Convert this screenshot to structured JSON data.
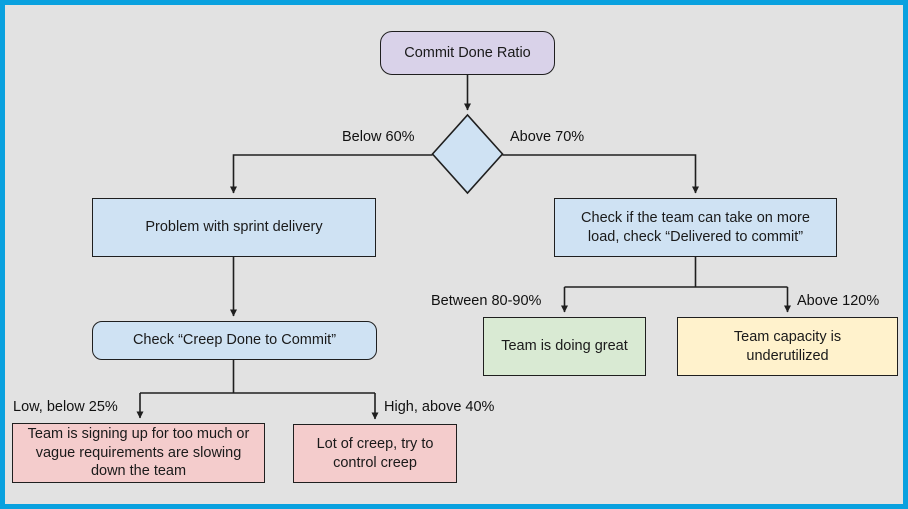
{
  "canvas": {
    "background_color": "#e2e2e2",
    "frame_color": "#09a1df",
    "line_color": "#1f1f1f"
  },
  "nodes": {
    "start": {
      "label": "Commit Done Ratio",
      "fill": "#d9d2e9",
      "shape": "rounded-rectangle"
    },
    "decision": {
      "label": "",
      "fill": "#cfe2f3",
      "shape": "diamond"
    },
    "problem": {
      "label": "Problem with sprint delivery",
      "fill": "#cfe2f3",
      "shape": "rectangle"
    },
    "more_load": {
      "label": "Check if the team can take on more load, check “Delivered to commit”",
      "fill": "#cfe2f3",
      "shape": "rectangle"
    },
    "check_creep": {
      "label": "Check “Creep Done to Commit”",
      "fill": "#cfe2f3",
      "shape": "rounded-rectangle"
    },
    "signing_up": {
      "label": "Team is signing up for too much or vague requirements are slowing down the team",
      "fill": "#f4cccc",
      "shape": "rectangle"
    },
    "lot_of_creep": {
      "label": "Lot of creep, try to control creep",
      "fill": "#f4cccc",
      "shape": "rectangle"
    },
    "doing_great": {
      "label": "Team is doing great",
      "fill": "#d9ead3",
      "shape": "rectangle"
    },
    "underutilized": {
      "label": "Team capacity is underutilized",
      "fill": "#fff2cc",
      "shape": "rectangle"
    }
  },
  "edge_labels": {
    "below_60": "Below 60%",
    "above_70": "Above 70%",
    "low_below_25": "Low, below 25%",
    "high_above_40": "High, above 40%",
    "between_80_90": "Between 80-90%",
    "above_120": "Above 120%"
  }
}
